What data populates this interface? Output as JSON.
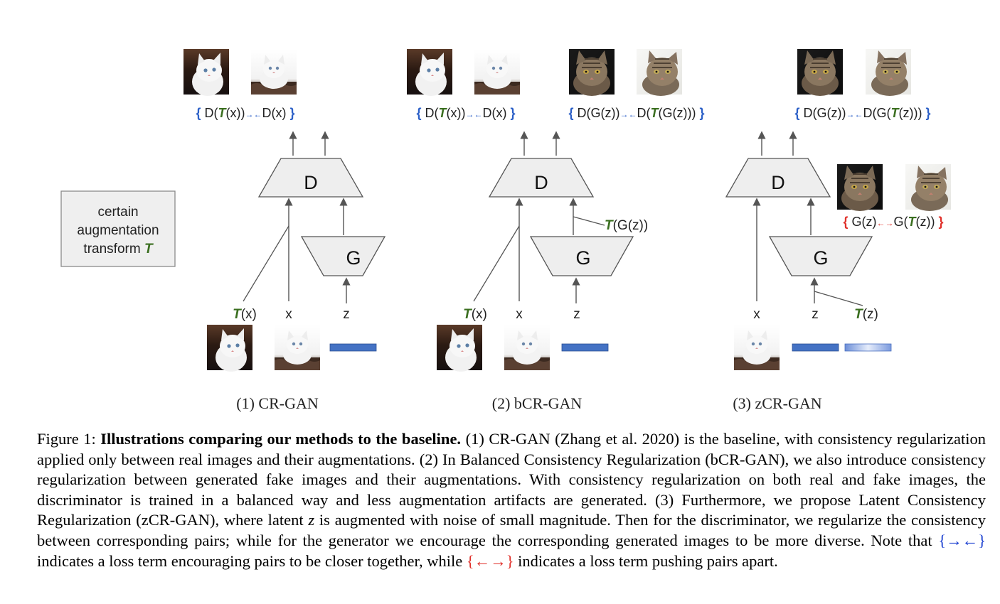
{
  "figure": {
    "augment_box": {
      "line1": "certain",
      "line2": "augmentation",
      "line3": "transform ",
      "t": "T"
    },
    "panels": [
      {
        "title": "(1) CR-GAN",
        "disc_label": "D",
        "gen_label": "G",
        "input_labels": {
          "tx_paren": "(x)",
          "x": "x",
          "z": "z"
        },
        "loss": "{ D(T(x))→←D(x) }"
      },
      {
        "title": "(2) bCR-GAN",
        "disc_label": "D",
        "gen_label": "G",
        "input_labels": {
          "tx_paren": "(x)",
          "x": "x",
          "z": "z"
        },
        "tg_label": "(G(z))",
        "loss_a": "{ D(T(x))→←D(x) }",
        "loss_b": "{ D(G(z))→←D(T(G(z))) }"
      },
      {
        "title": "(3) zCR-GAN",
        "disc_label": "D",
        "gen_label": "G",
        "input_labels": {
          "x": "x",
          "z": "z",
          "tz_paren": "(z)"
        },
        "loss": "{ D(G(z))→←D(G(T(z))) }",
        "gen_loss": "{ G(z)←→G(T(z)) }"
      }
    ]
  },
  "caption": {
    "fig_label": "Figure 1: ",
    "bold_title": "Illustrations comparing our methods to the baseline.",
    "body_1": " (1) CR-GAN (Zhang et al. 2020) is the baseline, with consistency regularization applied only between real images and their augmentations. (2) In Balanced Consistency Regularization (bCR-GAN), we also introduce consistency regularization between generated fake images and their augmentations. With consistency regularization on both real and fake images, the discriminator is trained in a balanced way and less augmentation artifacts are generated. (3) Furthermore, we propose Latent Consistency Regularization (zCR-GAN), where latent ",
    "z": "z",
    "body_2": " is augmented with noise of small magnitude. Then for the discriminator, we regularize the consistency between corresponding pairs; while for the generator we encourage the corresponding generated images to be more diverse. Note that ",
    "attract_symbol": "{→←}",
    "body_3": " indicates a loss term encouraging pairs to be closer together, while ",
    "repel_symbol": "{←→}",
    "body_4": " indicates a loss term pushing pairs apart."
  },
  "colors": {
    "blue_bracket": "#2b5fc7",
    "green_T": "#3a6e1f",
    "red_bracket": "#e0302a",
    "z_bar": "#4472c4"
  }
}
